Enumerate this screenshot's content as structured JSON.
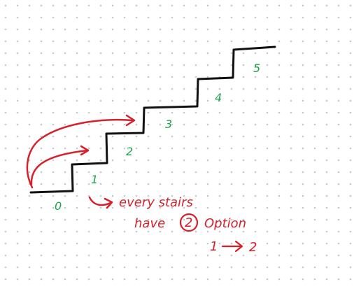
{
  "colors": {
    "background": "#ffffff",
    "dots": "#c9c9c9",
    "stairs": "#111111",
    "step_numbers": "#1aa34a",
    "note_red": "#d6202a"
  },
  "step_labels": [
    "0",
    "1",
    "2",
    "3",
    "4",
    "5"
  ],
  "note": {
    "line1": "every stairs",
    "line2_before": "have",
    "line2_circled": "2",
    "line2_after": "Option",
    "line3_from": "1",
    "line3_to": "2"
  }
}
